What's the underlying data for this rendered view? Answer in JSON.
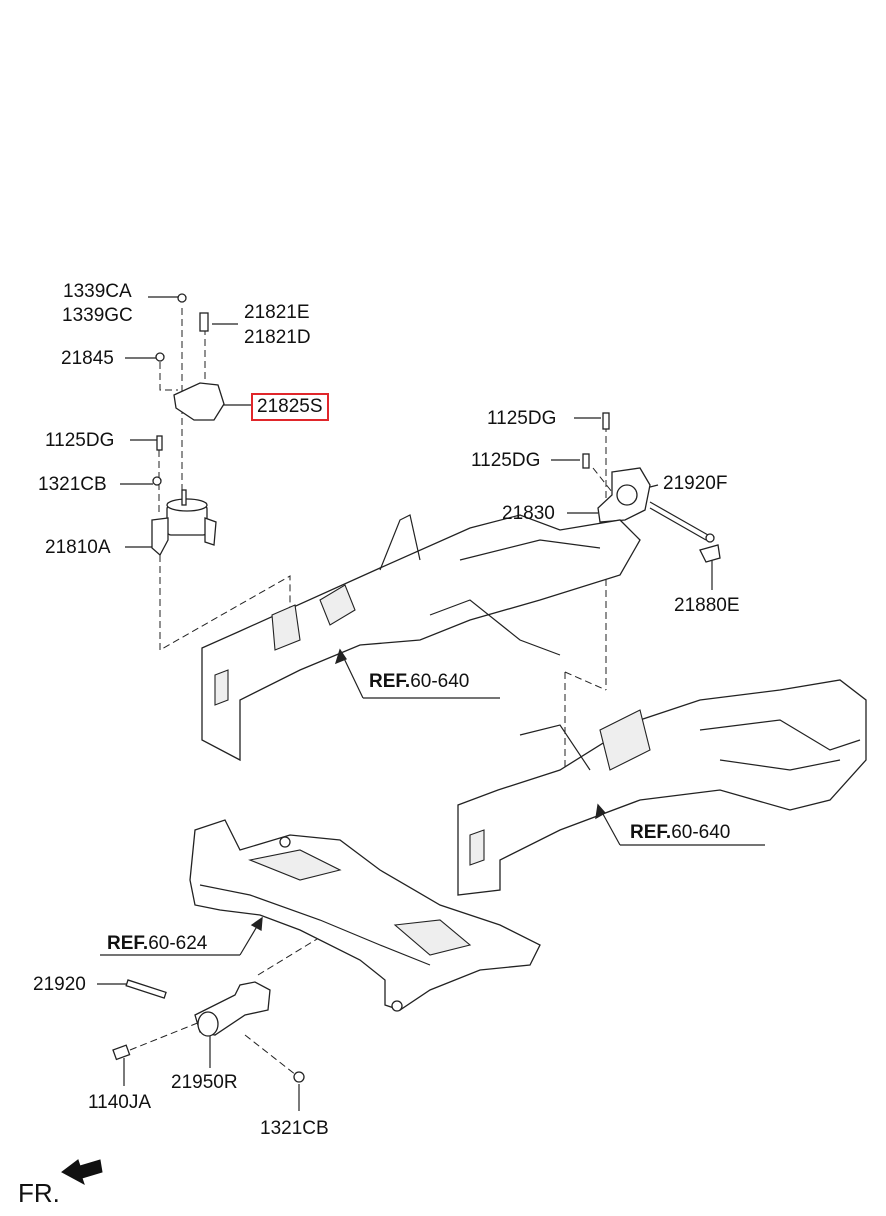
{
  "labels": {
    "p1339ca": "1339CA",
    "p1339gc": "1339GC",
    "p21821e": "21821E",
    "p21821d": "21821D",
    "p21845": "21845",
    "p21825s": "21825S",
    "p1125dg_left": "1125DG",
    "p1321cb_left": "1321CB",
    "p21810a": "21810A",
    "p1125dg_right_top": "1125DG",
    "p1125dg_right": "1125DG",
    "p21920f": "21920F",
    "p21830": "21830",
    "p21880e": "21880E",
    "p21920": "21920",
    "p21950r": "21950R",
    "p1140ja": "1140JA",
    "p1321cb_bottom": "1321CB"
  },
  "refs": {
    "ref1": {
      "prefix": "REF.",
      "num": "60-640"
    },
    "ref2": {
      "prefix": "REF.",
      "num": "60-640"
    },
    "ref3": {
      "prefix": "REF.",
      "num": "60-624"
    }
  },
  "highlight": {
    "part": "21825S",
    "color": "#e0262a"
  },
  "direction": {
    "label": "FR."
  }
}
